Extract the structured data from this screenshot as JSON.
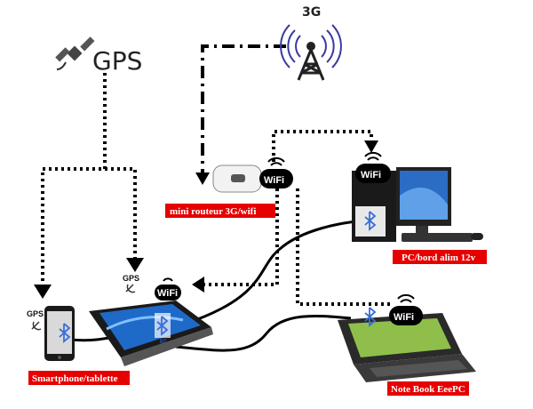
{
  "labels": {
    "gps": "GPS",
    "three_g": "3G",
    "router": "mini routeur 3G/wifi",
    "pc": "PC/bord alim 12v",
    "smartphone": "Smartphone/tablette",
    "netbook": "Note Book EeePC"
  },
  "badges": {
    "wifi": "WiFi",
    "gps_small": "GPS",
    "bt": "BT"
  },
  "icons": [
    "satellite-icon",
    "antenna-tower-icon",
    "wifi-icon",
    "bluetooth-icon",
    "gps-receiver-icon"
  ],
  "colors": {
    "label_bg": "#e60000",
    "label_text": "#ffffff",
    "link": "#000000",
    "badge": "#000000"
  }
}
